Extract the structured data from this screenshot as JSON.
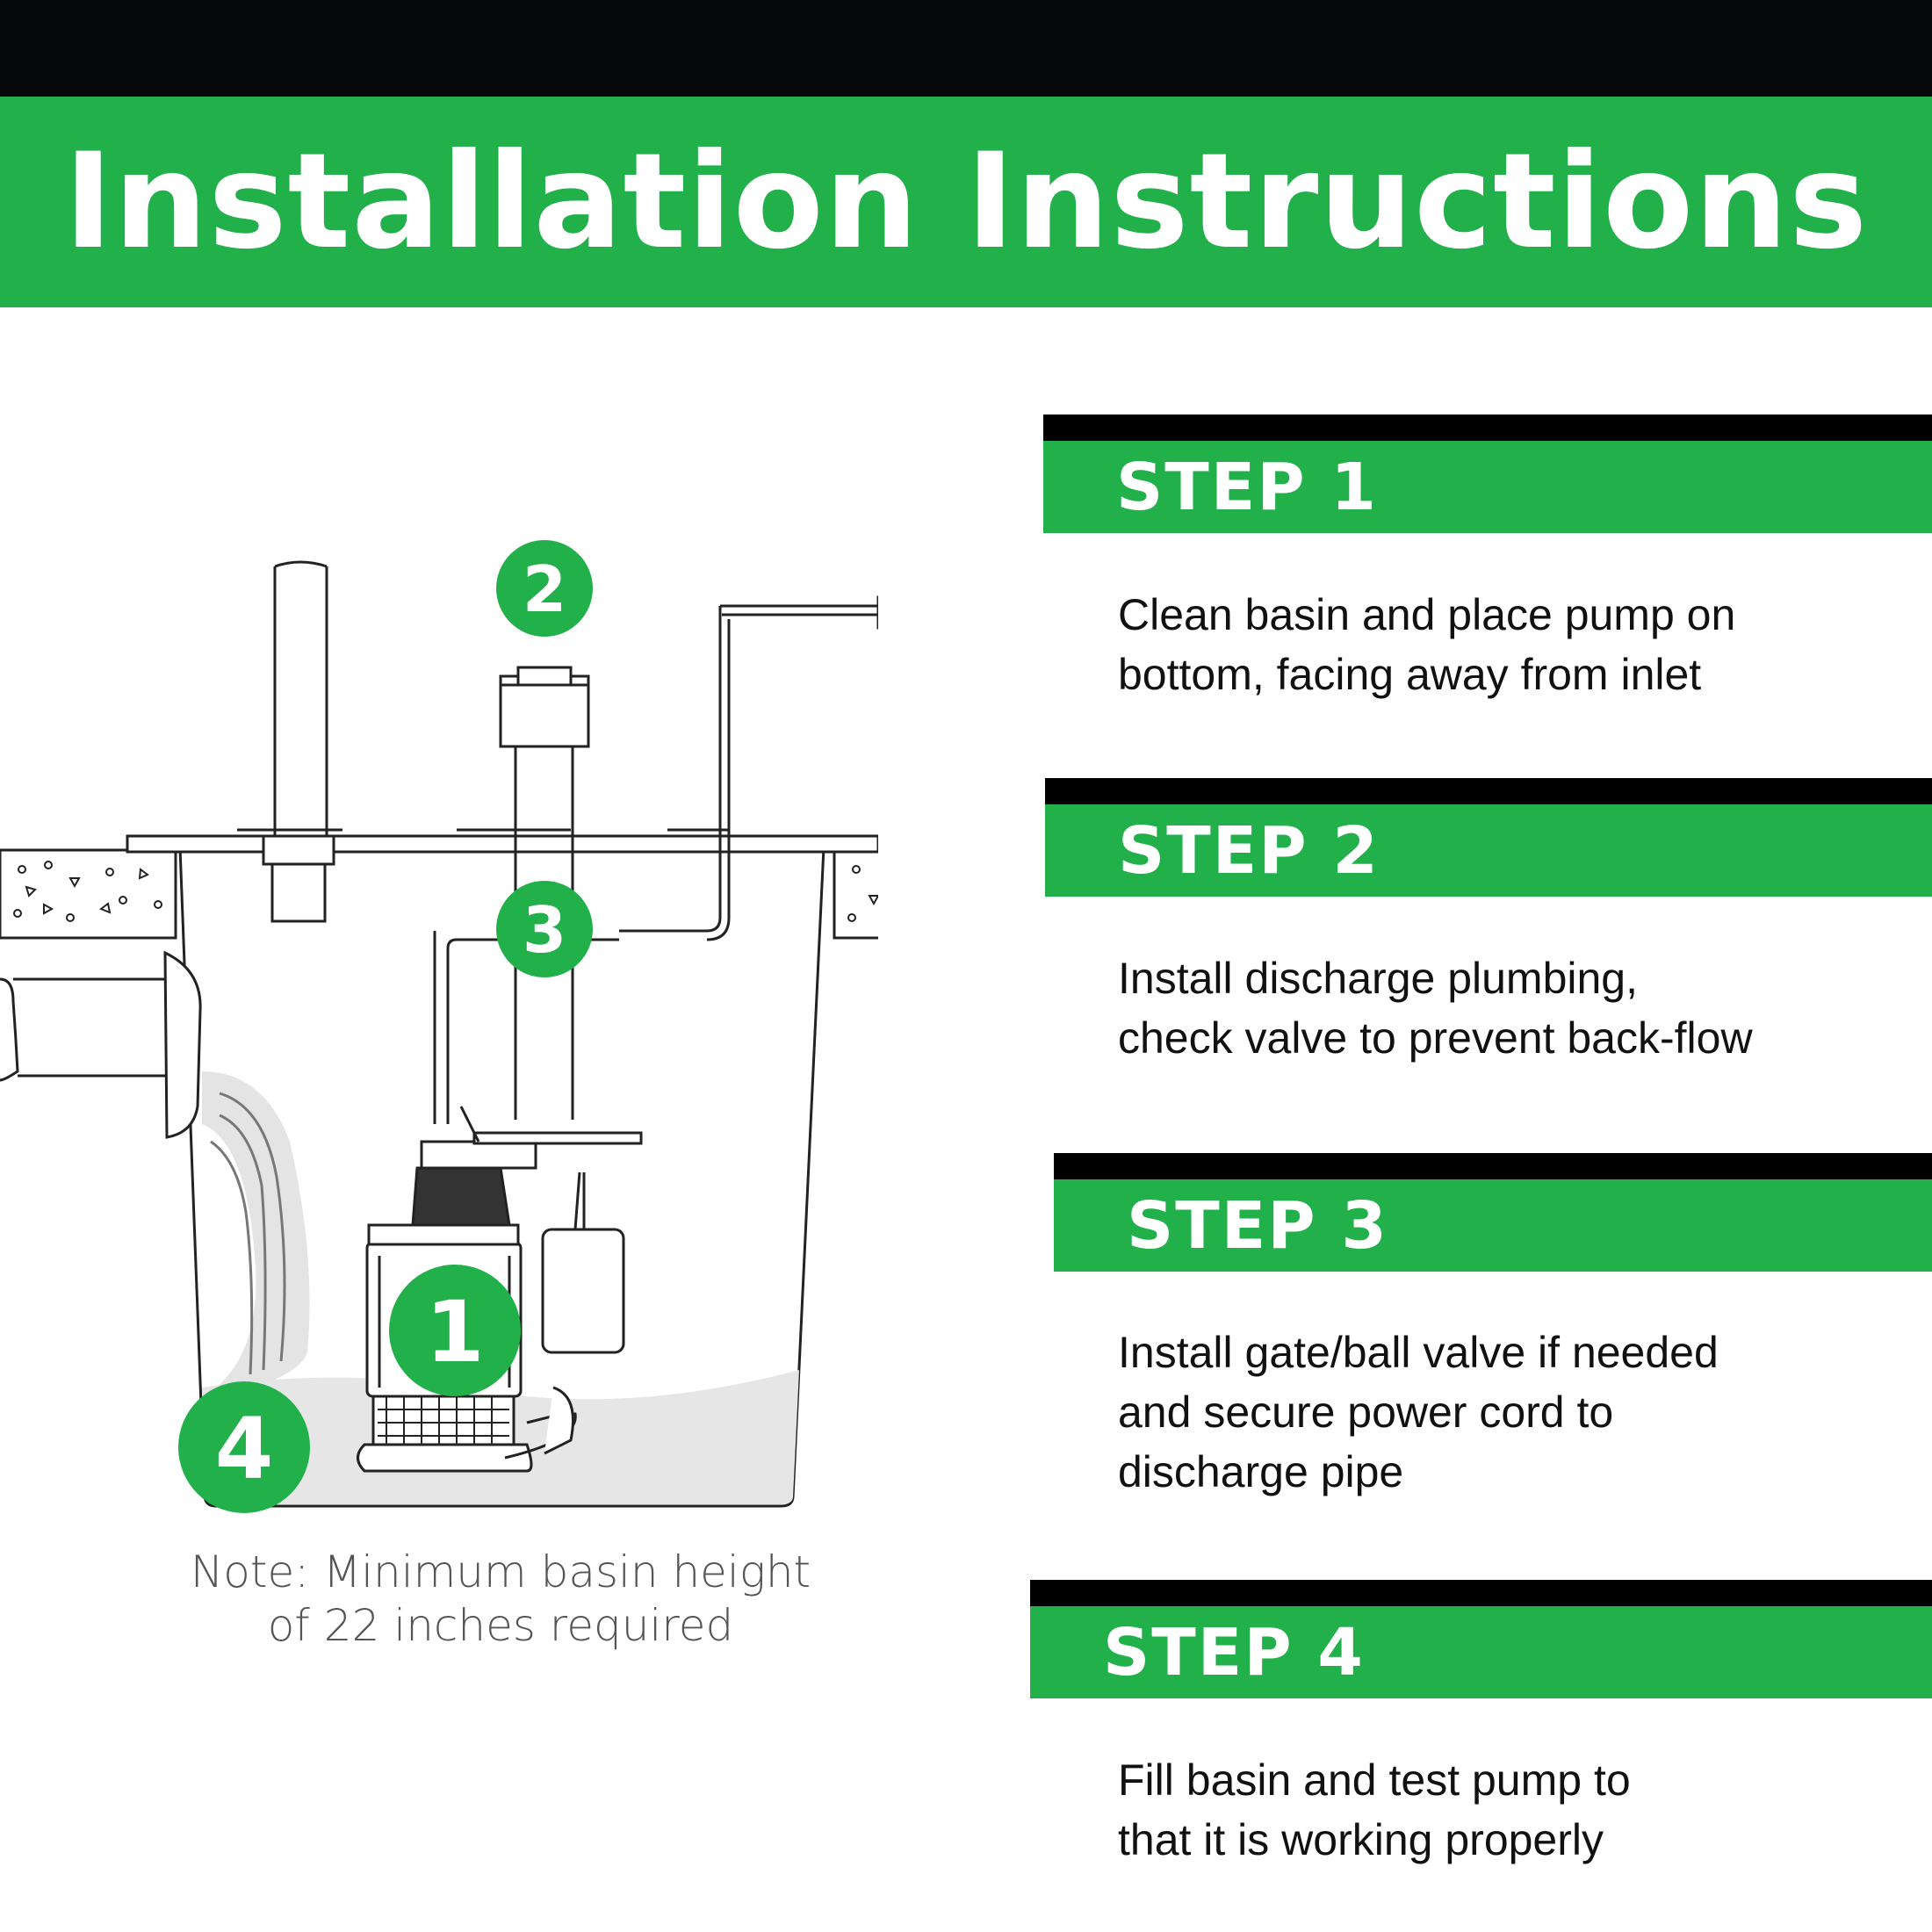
{
  "title": "Installation Instructions",
  "colors": {
    "green": "#22b04b",
    "black": "#07080c"
  },
  "diagram": {
    "callouts": [
      "1",
      "2",
      "3",
      "4"
    ],
    "note_lines": [
      "Note: Minimum basin height",
      "of 22 inches required"
    ]
  },
  "steps": [
    {
      "label": "STEP 1",
      "lines": [
        "Clean basin and place pump on",
        "bottom, facing away from inlet"
      ]
    },
    {
      "label": "STEP 2",
      "lines": [
        "Install discharge plumbing,",
        "check valve to prevent back-flow"
      ]
    },
    {
      "label": "STEP 3",
      "lines": [
        "Install gate/ball valve if needed",
        "and secure power cord to",
        "discharge pipe"
      ]
    },
    {
      "label": "STEP 4",
      "lines": [
        "Fill basin and test pump to",
        "that it is working properly"
      ]
    }
  ]
}
